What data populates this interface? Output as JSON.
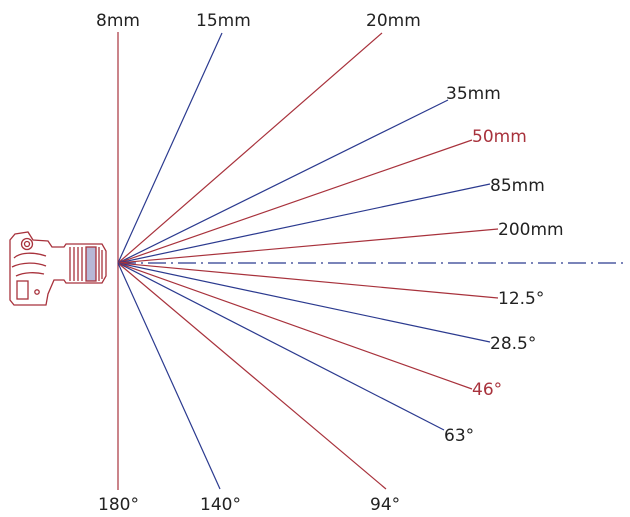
{
  "colors": {
    "red": "#a8323c",
    "blue": "#2b3a8f",
    "camera": "#a8323c"
  },
  "camera": {
    "icon": "dslr-camera-icon"
  },
  "focal_lengths": [
    {
      "label": "8mm",
      "color": "red"
    },
    {
      "label": "15mm",
      "color": "blue"
    },
    {
      "label": "20mm",
      "color": "red"
    },
    {
      "label": "35mm",
      "color": "blue"
    },
    {
      "label": "50mm",
      "color": "red",
      "highlight": true
    },
    {
      "label": "85mm",
      "color": "blue"
    },
    {
      "label": "200mm",
      "color": "red"
    }
  ],
  "angles": [
    {
      "label": "12.5°",
      "color": "red"
    },
    {
      "label": "28.5°",
      "color": "blue"
    },
    {
      "label": "46°",
      "color": "red",
      "highlight": true
    },
    {
      "label": "63°",
      "color": "blue"
    },
    {
      "label": "94°",
      "color": "red"
    },
    {
      "label": "140°",
      "color": "blue"
    },
    {
      "label": "180°",
      "color": "red"
    }
  ],
  "axis": {
    "style": "dash-dot",
    "color": "blue"
  }
}
